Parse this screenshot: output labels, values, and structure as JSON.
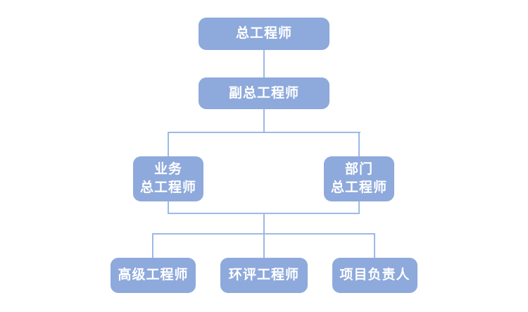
{
  "diagram": {
    "type": "org-chart",
    "colors": {
      "node_fill": "#8ea9db",
      "connector": "#9db9e6",
      "node_text": "#ffffff",
      "background": "#ffffff"
    },
    "nodes": [
      {
        "id": "chief-engineer",
        "label": "总工程师"
      },
      {
        "id": "deputy-chief-engineer",
        "label": "副总工程师"
      },
      {
        "id": "business-chief-engineer",
        "label": "业务\n总工程师"
      },
      {
        "id": "department-chief-engineer",
        "label": "部门\n总工程师"
      },
      {
        "id": "senior-engineer",
        "label": "高级工程师"
      },
      {
        "id": "eia-engineer",
        "label": "环评工程师"
      },
      {
        "id": "project-leader",
        "label": "项目负责人"
      }
    ],
    "edges": [
      {
        "from": "总工程师",
        "to": "副总工程师"
      },
      {
        "from": "副总工程师",
        "to": "业务总工程师"
      },
      {
        "from": "副总工程师",
        "to": "部门总工程师"
      },
      {
        "from": "业务总工程师+部门总工程师",
        "to": "高级工程师"
      },
      {
        "from": "业务总工程师+部门总工程师",
        "to": "环评工程师"
      },
      {
        "from": "业务总工程师+部门总工程师",
        "to": "项目负责人"
      }
    ]
  }
}
